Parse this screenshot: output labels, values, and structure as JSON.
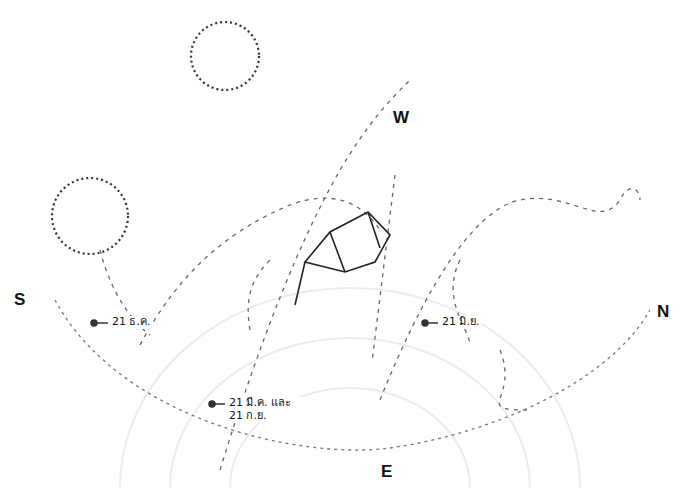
{
  "diagram": {
    "labels": [
      "W",
      "S",
      "N",
      "E",
      "21 ธ.ค.",
      "21 มิ.ย.",
      "21 มี.ค. และ 21 ก.ย."
    ]
  }
}
